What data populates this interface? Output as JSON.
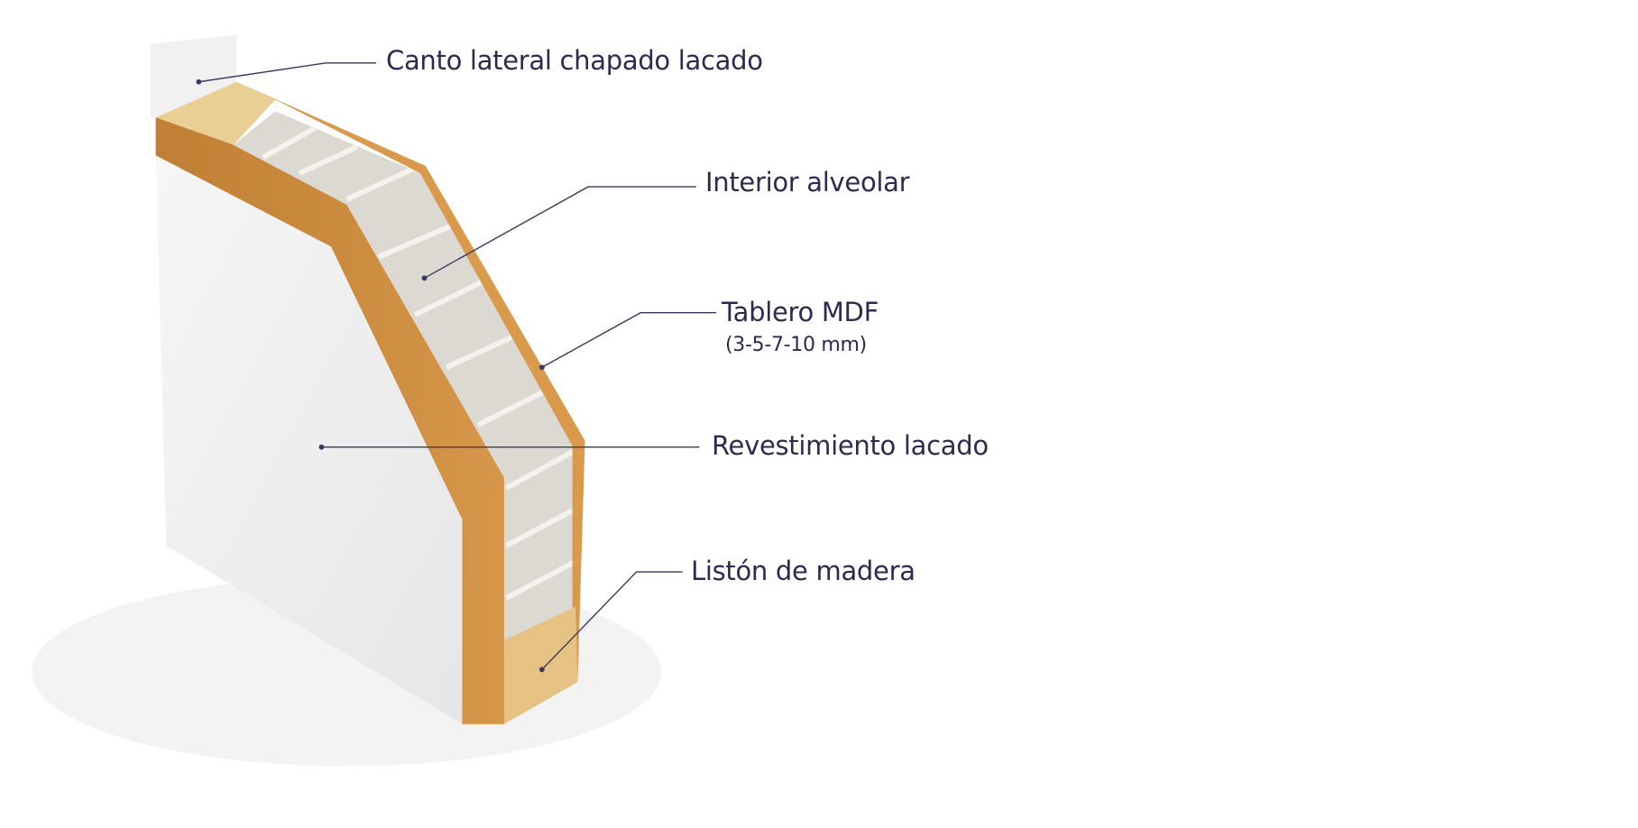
{
  "labels": {
    "canto": "Canto lateral chapado lacado",
    "interior": "Interior alveolar",
    "tablero": "Tablero MDF",
    "tablero_sub": "(3-5-7-10 mm)",
    "revestimiento": "Revestimiento lacado",
    "liston": "Listón de madera"
  },
  "colors": {
    "text": "#2d2a52",
    "mdf": "#c98a3c",
    "core": "#dcd8d2",
    "wood": "#e8c98a",
    "face": "#f2f2f2"
  }
}
